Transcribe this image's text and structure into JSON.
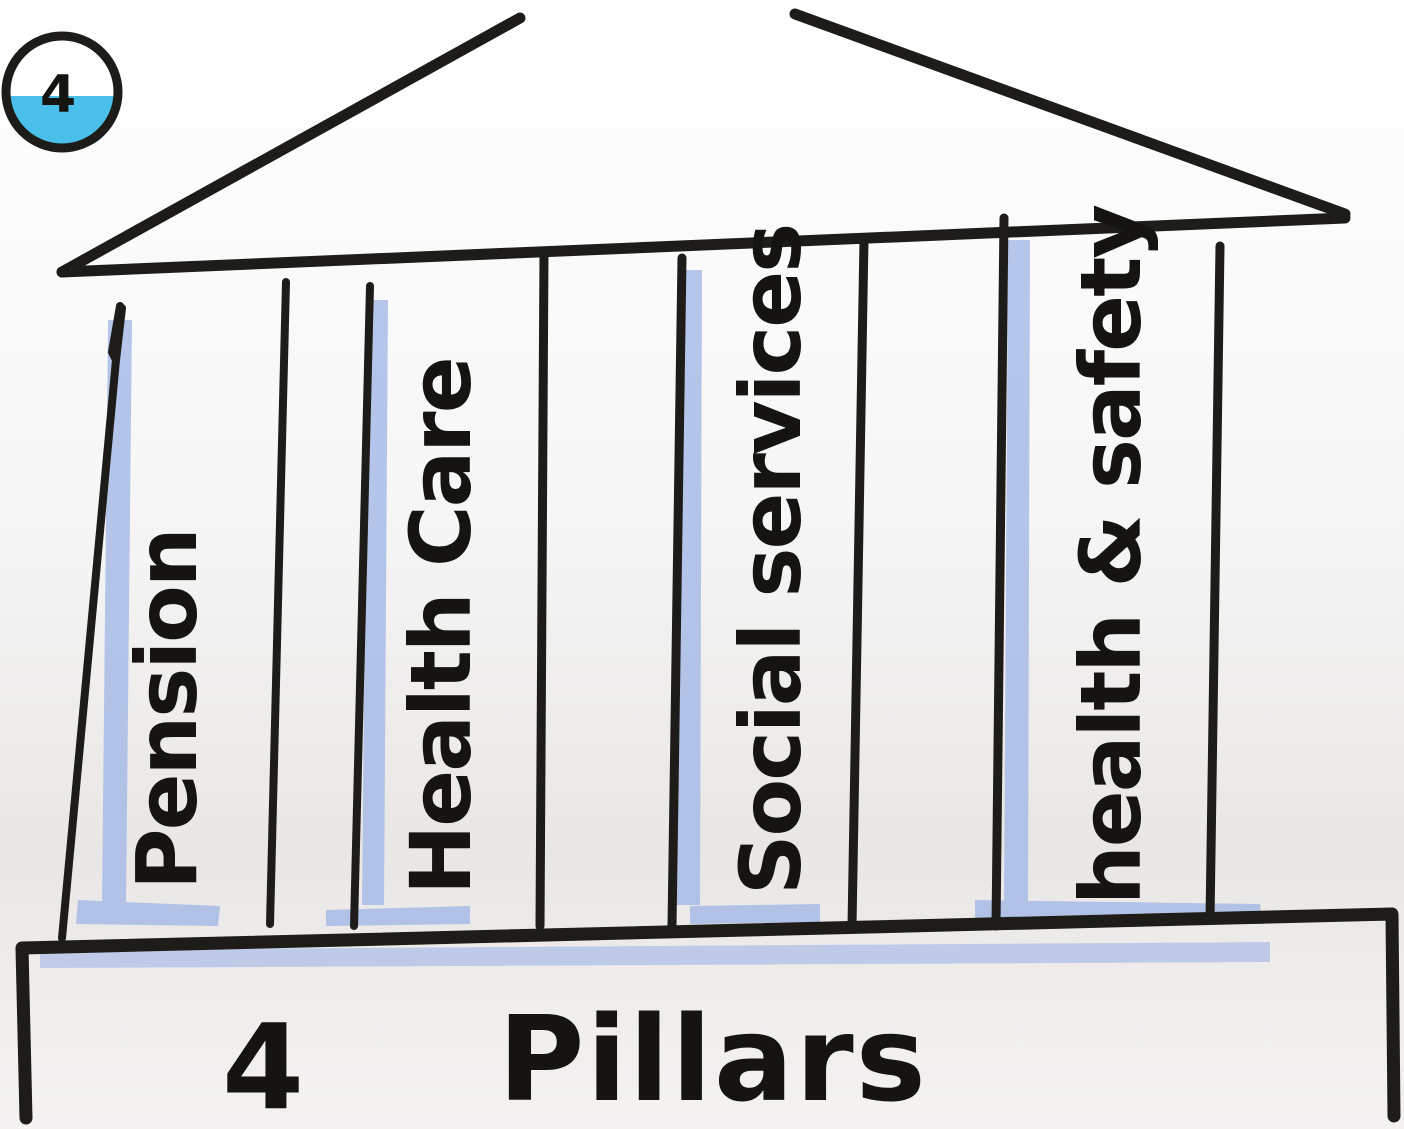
{
  "badge": {
    "number": "4",
    "accent_color": "#29b4e6"
  },
  "pillars": [
    {
      "label": "Pension"
    },
    {
      "label": "Health Care"
    },
    {
      "label": "Social services"
    },
    {
      "label": "health & safety"
    }
  ],
  "base": {
    "count": "4",
    "label": "Pillars"
  },
  "colors": {
    "ink": "#1d1c18",
    "shadow": "#9fb4e6",
    "badge": "#29b4e6"
  }
}
